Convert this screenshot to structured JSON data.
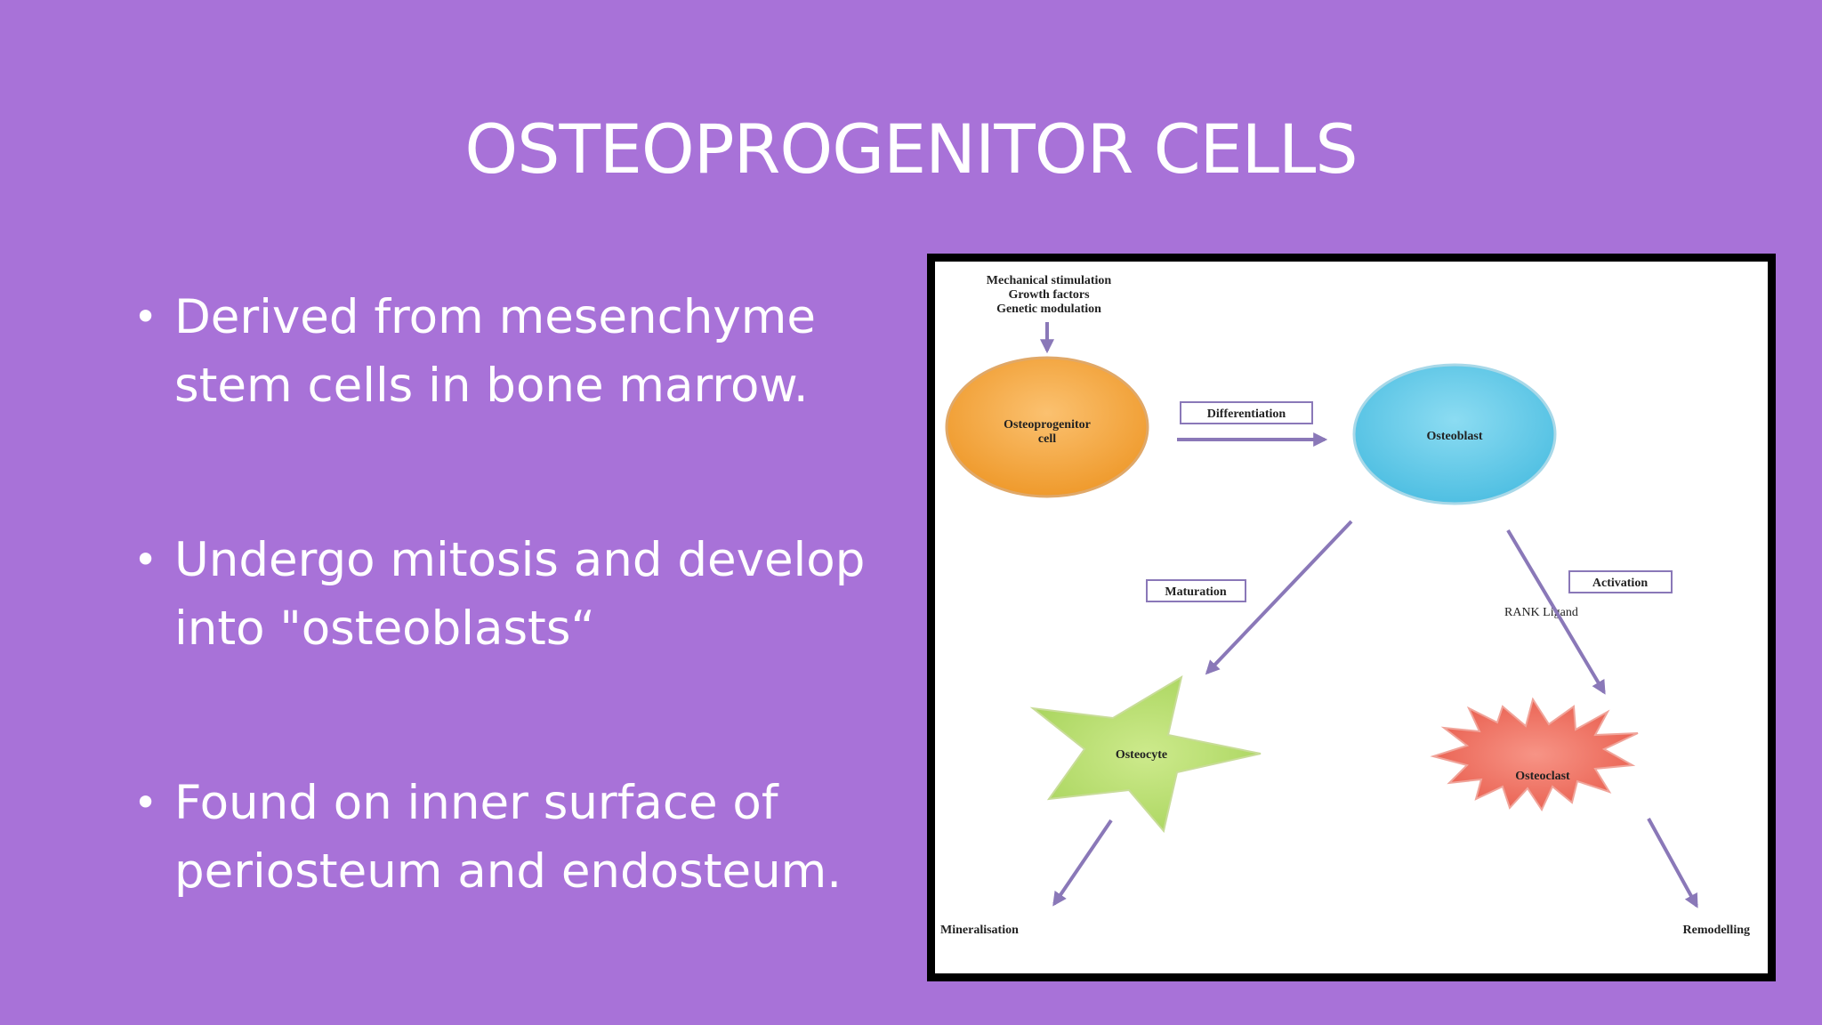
{
  "slide": {
    "title": "OSTEOPROGENITOR CELLS",
    "bullets": [
      {
        "line1": "Derived from mesenchyme",
        "line2": "stem cells in bone marrow."
      },
      {
        "line1": "Undergo mitosis and develop",
        "line2": "into \"osteoblasts“"
      },
      {
        "line1": "Found on inner surface of",
        "line2": "periosteum and endosteum."
      }
    ],
    "bullet_symbol": "•"
  },
  "diagram": {
    "stimuli": [
      "Mechanical stimulation",
      "Growth factors",
      "Genetic modulation"
    ],
    "nodes": {
      "osteoprogenitor_line1": "Osteoprogenitor",
      "osteoprogenitor_line2": "cell",
      "osteoblast": "Osteoblast",
      "osteocyte": "Osteocyte",
      "osteoclast": "Osteoclast"
    },
    "labels": {
      "differentiation": "Differentiation",
      "maturation": "Maturation",
      "activation": "Activation",
      "rank_ligand": "RANK Ligand",
      "mineralisation": "Mineralisation",
      "remodelling": "Remodelling"
    },
    "colors": {
      "osteoprogenitor": "#f5a43a",
      "osteoblast": "#5ec8e8",
      "osteocyte": "#b5dc6a",
      "osteoclast": "#ec6b5c",
      "arrow": "#8a78b8"
    }
  }
}
